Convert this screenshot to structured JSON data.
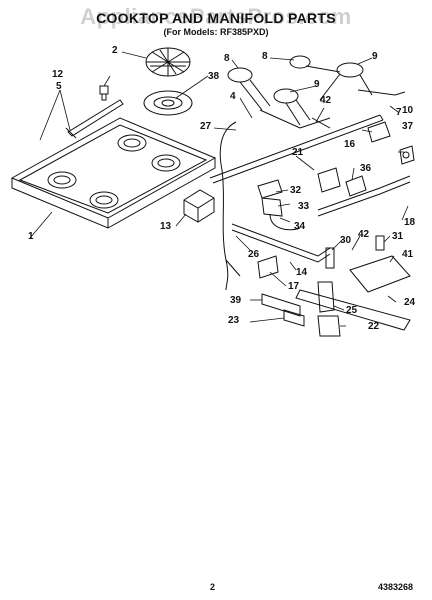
{
  "header": {
    "title": "COOKTOP AND MANIFOLD PARTS",
    "watermark": "AppliancePartsPros.com",
    "subtitle": "(For Models: RF385PXD)"
  },
  "callouts": [
    "1",
    "2",
    "4",
    "5",
    "7",
    "8",
    "8",
    "9",
    "9",
    "10",
    "12",
    "13",
    "14",
    "16",
    "17",
    "18",
    "21",
    "22",
    "23",
    "24",
    "25",
    "26",
    "27",
    "30",
    "31",
    "32",
    "33",
    "34",
    "36",
    "37",
    "38",
    "39",
    "41",
    "42",
    "42"
  ],
  "footer": {
    "page_number": "2",
    "document_number": "4383268"
  }
}
